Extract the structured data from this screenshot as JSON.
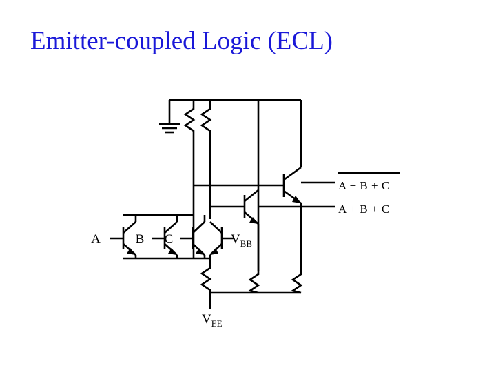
{
  "slide": {
    "title": "Emitter-coupled Logic (ECL)",
    "title_color": "#1a18d8",
    "background_color": "#ffffff"
  },
  "figure": {
    "name": "ecl-or-nor-gate-schematic",
    "line_color": "#000000",
    "labels": {
      "input_a": "A",
      "input_b": "B",
      "input_c": "C",
      "vbb_main": "V",
      "vbb_sub": "BB",
      "vee_main": "V",
      "vee_sub": "EE",
      "output_nor": "A + B + C",
      "output_or": "A + B + C"
    },
    "components": {
      "ground_symbol": "ground",
      "collector_resistor_1": "RC1",
      "collector_resistor_2": "RC2",
      "emitter_resistor_1": "RE1",
      "emitter_resistor_2": "RE2",
      "emitter_resistor_3": "RE3",
      "transistor_a": "Q-A",
      "transistor_b": "Q-B",
      "transistor_c": "Q-C",
      "transistor_vbb": "Q-VBB",
      "transistor_follower_nor": "Q-NOR-follower",
      "transistor_follower_or": "Q-OR-follower"
    }
  }
}
